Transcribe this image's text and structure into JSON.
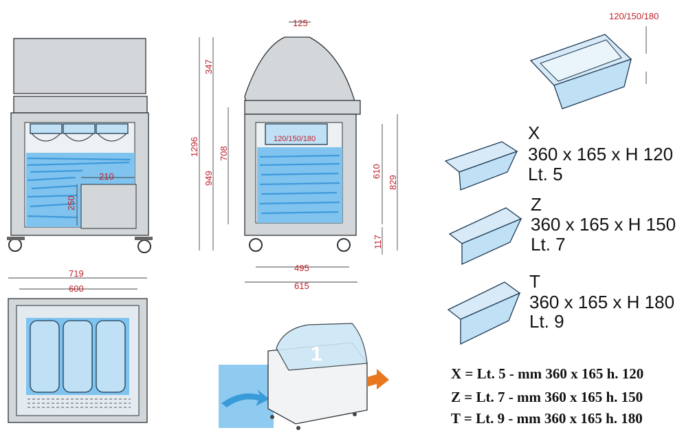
{
  "colors": {
    "dimension": "#c0202a",
    "water": "#7fc3ee",
    "pan": "#bfe0f5",
    "cabinet": "#d4d7d9",
    "arrow_blue": "#3a9bd9",
    "arrow_orange": "#e8781e"
  },
  "front_view": {
    "inner_width": "210",
    "inner_height": "250"
  },
  "side_view": {
    "top_width": "125",
    "total_height": "1296",
    "canopy_height": "347",
    "body_height": "949",
    "inner_height": "708",
    "pan_label": "120/150/180",
    "tank_height": "610",
    "cabinet_height": "829",
    "foot_height": "117",
    "base_inner": "495",
    "base_outer": "615"
  },
  "top_view": {
    "outer_width": "719",
    "inner_width": "600"
  },
  "pan_top": {
    "depth_label": "120/150/180"
  },
  "pans": [
    {
      "code": "X",
      "size": "360 x 165 x H 120",
      "volume": "Lt. 5"
    },
    {
      "code": "Z",
      "size": "360 x 165 x H 150",
      "volume": "Lt. 7"
    },
    {
      "code": "T",
      "size": "360 x 165 x H 180",
      "volume": "Lt. 9"
    }
  ],
  "legend": [
    "X = Lt. 5 - mm 360 x 165 h. 120",
    "Z = Lt. 7 - mm 360 x 165 h. 150",
    "T = Lt. 9 - mm 360 x 165 h. 180"
  ],
  "iso_view": {
    "number": "1"
  }
}
